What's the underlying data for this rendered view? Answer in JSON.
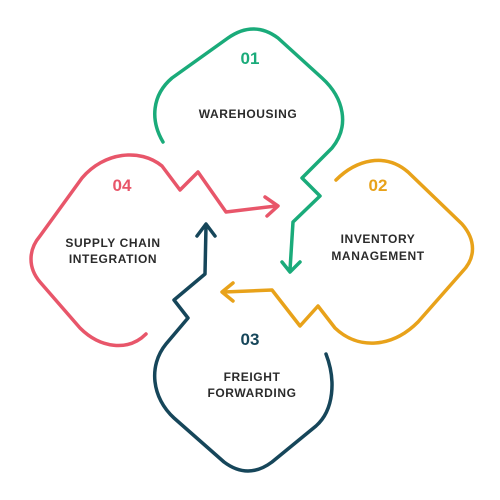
{
  "steps": [
    {
      "number": "01",
      "label": "WAREHOUSING",
      "color": "#1aab7a"
    },
    {
      "number": "02",
      "label_lines": [
        "INVENTORY",
        "MANAGEMENT"
      ],
      "color": "#e8a21a"
    },
    {
      "number": "03",
      "label_lines": [
        "FREIGHT",
        "FORWARDING"
      ],
      "color": "#16465a"
    },
    {
      "number": "04",
      "label_lines": [
        "SUPPLY CHAIN",
        "INTEGRATION"
      ],
      "color": "#e8566a"
    }
  ]
}
